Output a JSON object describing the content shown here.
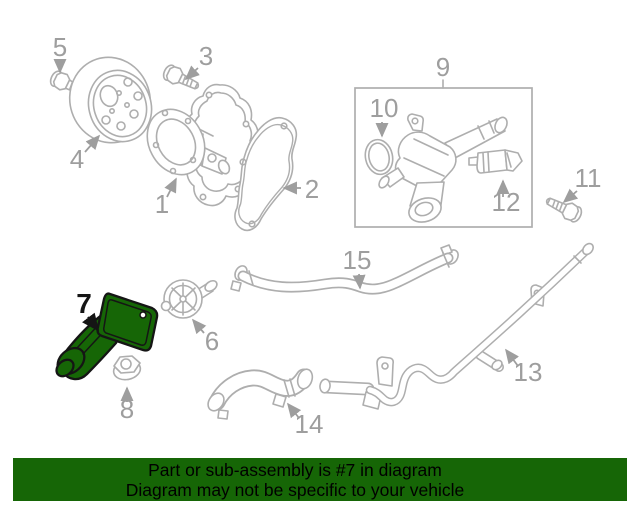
{
  "banner": {
    "line1": "Part or sub-assembly is #7 in diagram",
    "line2": "Diagram may not be specific to your vehicle",
    "background_color": "#166606",
    "text_color": "#000000"
  },
  "diagram": {
    "type": "exploded-parts-diagram",
    "highlighted_part_number": "7",
    "highlight_fill_color": "#166606",
    "highlight_stroke_color": "#151515",
    "line_color": "#aeaeae",
    "label_color": "#9e9e9e",
    "background_color": "#ffffff",
    "part_labels": [
      "1",
      "2",
      "3",
      "4",
      "5",
      "6",
      "7",
      "8",
      "9",
      "10",
      "11",
      "12",
      "13",
      "14",
      "15"
    ]
  }
}
